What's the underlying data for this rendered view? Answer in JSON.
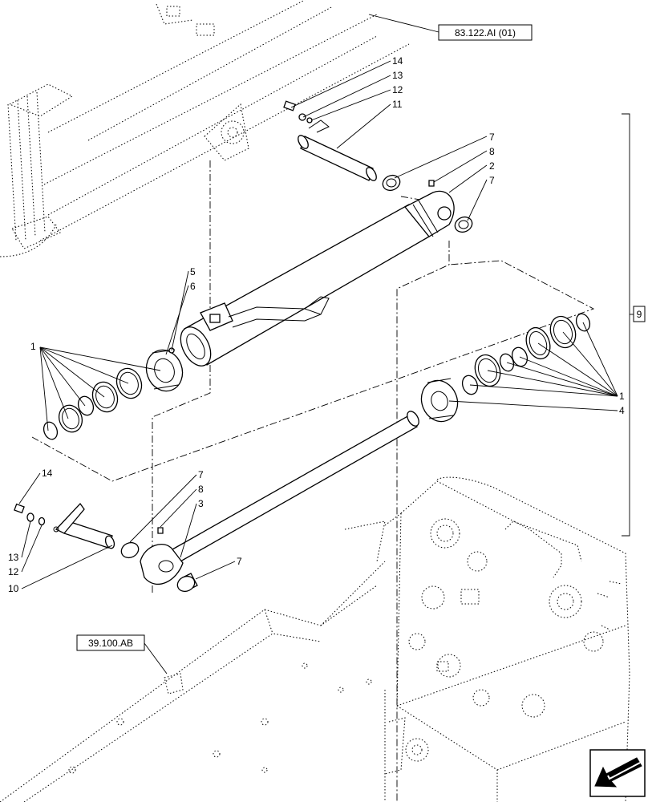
{
  "references": {
    "top_ref": "83.122.AI (01)",
    "bottom_ref": "39.100.AB",
    "group_ref": "9"
  },
  "callouts": {
    "c14_top": "14",
    "c13_top": "13",
    "c12_top": "12",
    "c11_top": "11",
    "c7_a": "7",
    "c8_a": "8",
    "c2": "2",
    "c7_b": "7",
    "c5": "5",
    "c6": "6",
    "c1_left": "1",
    "c1_right": "1",
    "c4": "4",
    "c14_bot": "14",
    "c13_bot": "13",
    "c12_bot": "12",
    "c10": "10",
    "c7_c": "7",
    "c8_b": "8",
    "c3": "3",
    "c7_d": "7"
  },
  "icons": {
    "nav_arrow": "navigation-arrow-icon"
  }
}
